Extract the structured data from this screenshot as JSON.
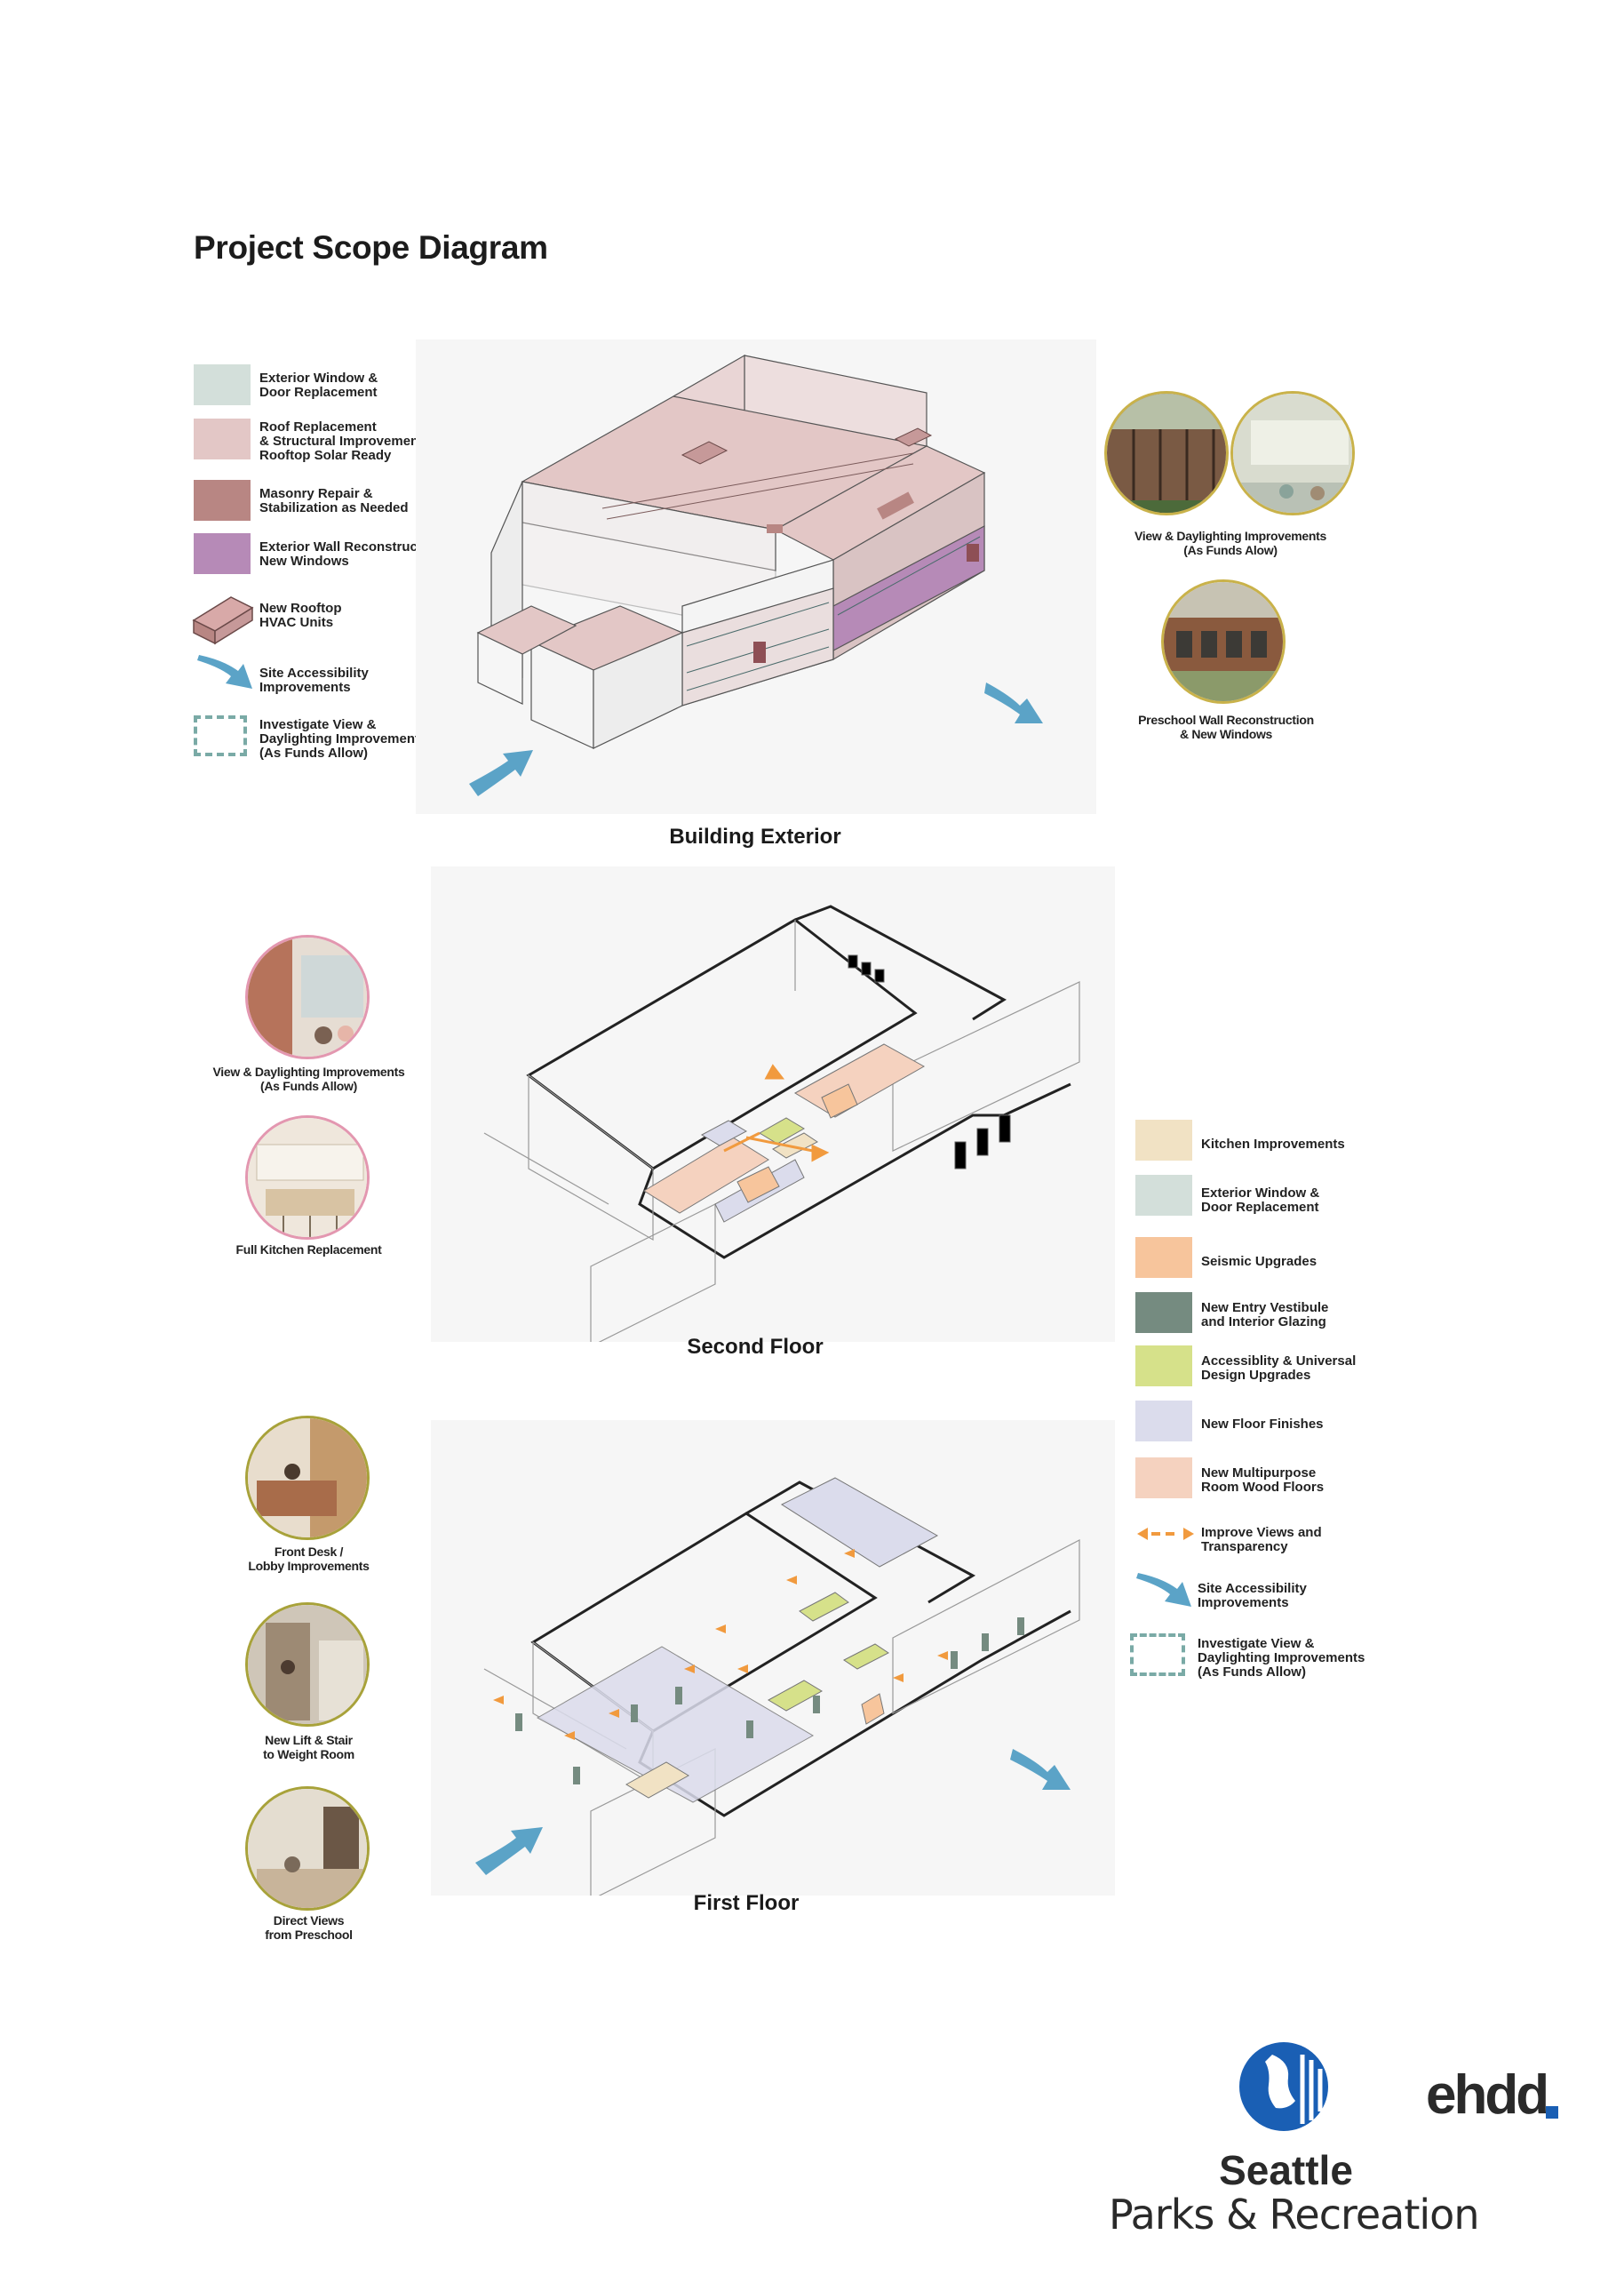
{
  "page": {
    "title": "Project Scope Diagram"
  },
  "colors": {
    "window": "#d3dfda",
    "roof": "#e3c7c6",
    "masonry": "#b88683",
    "wall": "#b68ab7",
    "hvac": "#c69999",
    "arrow": "#5ba3c7",
    "dashed": "#7aaaa6",
    "kitchen": "#f1e2c4",
    "seismic": "#f7c59c",
    "vestibule": "#758b80",
    "accessibility": "#d6e18a",
    "floor_finish": "#dbdcec",
    "multipurpose": "#f5d2bf",
    "improve_arrow": "#f19a3e",
    "brand_blue": "#1a5fb4"
  },
  "legend_exterior": [
    {
      "label": "Exterior Window &\nDoor Replacement",
      "icon": "swatch-window"
    },
    {
      "label": "Roof Replacement\n& Structural Improvements\nRooftop Solar Ready",
      "icon": "swatch-roof"
    },
    {
      "label": "Masonry Repair &\nStabilization as Needed",
      "icon": "swatch-masonry"
    },
    {
      "label": "Exterior Wall Reconstruction &\nNew Windows",
      "icon": "swatch-wall"
    },
    {
      "label": "New Rooftop\nHVAC Units",
      "icon": "hvac-unit-icon"
    },
    {
      "label": "Site Accessibility\nImprovements",
      "icon": "arrow-icon"
    },
    {
      "label": "Investigate View &\nDaylighting Improvements\n(As Funds Allow)",
      "icon": "dashed-box-icon"
    }
  ],
  "legend_interior": [
    {
      "label": "Kitchen Improvements",
      "icon": "swatch-kitchen"
    },
    {
      "label": "Exterior Window &\nDoor Replacement",
      "icon": "swatch-window"
    },
    {
      "label": "Seismic Upgrades",
      "icon": "swatch-seismic"
    },
    {
      "label": "New Entry Vestibule\nand Interior Glazing",
      "icon": "swatch-vestibule"
    },
    {
      "label": "Accessiblity & Universal\nDesign Upgrades",
      "icon": "swatch-accessibility"
    },
    {
      "label": "New Floor Finishes",
      "icon": "swatch-floor-finish"
    },
    {
      "label": "New Multipurpose\nRoom Wood Floors",
      "icon": "swatch-multipurpose"
    },
    {
      "label": "Improve Views and\nTransparency",
      "icon": "double-arrow-icon"
    },
    {
      "label": "Site Accessibility\nImprovements",
      "icon": "arrow-icon"
    },
    {
      "label": "Investigate View &\nDaylighting Improvements\n(As Funds Allow)",
      "icon": "dashed-box-icon"
    }
  ],
  "drawings": {
    "exterior": {
      "caption": "Building Exterior"
    },
    "second": {
      "caption": "Second Floor"
    },
    "first": {
      "caption": "First Floor"
    }
  },
  "photos": {
    "exterior_view": {
      "caption": "View & Daylighting Improvements\n(As Funds Alow)"
    },
    "preschool_wall": {
      "caption": "Preschool Wall Reconstruction\n& New Windows"
    },
    "second_view": {
      "caption": "View & Daylighting Improvements\n(As Funds  Allow)"
    },
    "kitchen": {
      "caption": "Full Kitchen Replacement"
    },
    "front_desk": {
      "caption": "Front Desk /\nLobby Improvements"
    },
    "lift": {
      "caption": "New Lift & Stair\nto Weight Room"
    },
    "preschool_views": {
      "caption": "Direct Views\nfrom Preschool"
    }
  },
  "logos": {
    "seattle": {
      "line1": "Seattle",
      "line2": "Parks & Recreation"
    },
    "ehdd": {
      "text": "ehdd"
    }
  }
}
